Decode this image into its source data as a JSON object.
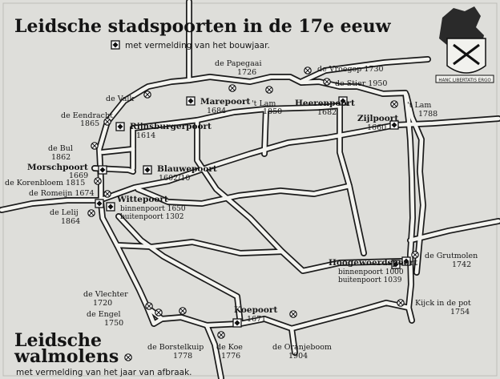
{
  "title": "Leidsche stadspoorten in de 17e eeuw",
  "subtitle": "met vermelding van het bouwjaar.",
  "windmill_legend": {
    "title_line1": "Leidsche",
    "title_line2": "walmolens",
    "subtitle": "met vermelding van het jaar van afbraak."
  },
  "gates": [
    {
      "name": "Marepoort",
      "year": "1684"
    },
    {
      "name": "Rijnsburgerpoort",
      "year": "1614"
    },
    {
      "name": "Heerenpoort",
      "year": "1682"
    },
    {
      "name": "Zijlpoort",
      "year": "1660"
    },
    {
      "name": "Morschpoort",
      "year": "1669"
    },
    {
      "name": "Blauwepoort",
      "year": "1602/10"
    },
    {
      "name": "Wittepoort",
      "line2": "binnenpoort 1650",
      "line3": "buitenpoort 1302"
    },
    {
      "name": "Hoogewoerdspoort",
      "line2": "binnenpoort 1000",
      "line3": "buitenpoort 1039"
    },
    {
      "name": "Koepoort",
      "year": "1671"
    }
  ],
  "mills": [
    {
      "name": "de Papegaai",
      "year": "1726"
    },
    {
      "name": "de Vroegop 1730"
    },
    {
      "name": "de Stier 1950"
    },
    {
      "name": "de Valk"
    },
    {
      "name": "'t Lam",
      "year": "1850"
    },
    {
      "name": "'t Lam",
      "year": "1788"
    },
    {
      "name": "de Eendracht",
      "year": "1865"
    },
    {
      "name": "de Bul",
      "year": "1862"
    },
    {
      "name": "de Korenbloem 1815"
    },
    {
      "name": "de Romeijn 1674"
    },
    {
      "name": "de Lelij",
      "year": "1864"
    },
    {
      "name": "de Grutmolen",
      "year": "1742"
    },
    {
      "name": "de Vlechter",
      "year": "1720"
    },
    {
      "name": "de Engel",
      "year": "1750"
    },
    {
      "name": "Kijck in de pot",
      "year": "1754"
    },
    {
      "name": "de Borstelkuip",
      "year": "1778"
    },
    {
      "name": "de Koe",
      "year": "1776"
    },
    {
      "name": "de Oranjeboom",
      "year": "1904"
    }
  ],
  "crest_banner": "HANC LIBERTATIS ERGO"
}
